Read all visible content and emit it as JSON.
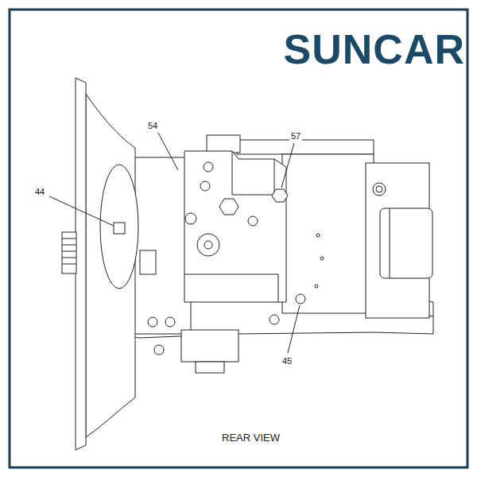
{
  "diagram": {
    "caption": "REAR VIEW",
    "labels": [
      "SUNCAR",
      "54",
      "57",
      "44",
      "45"
    ]
  }
}
